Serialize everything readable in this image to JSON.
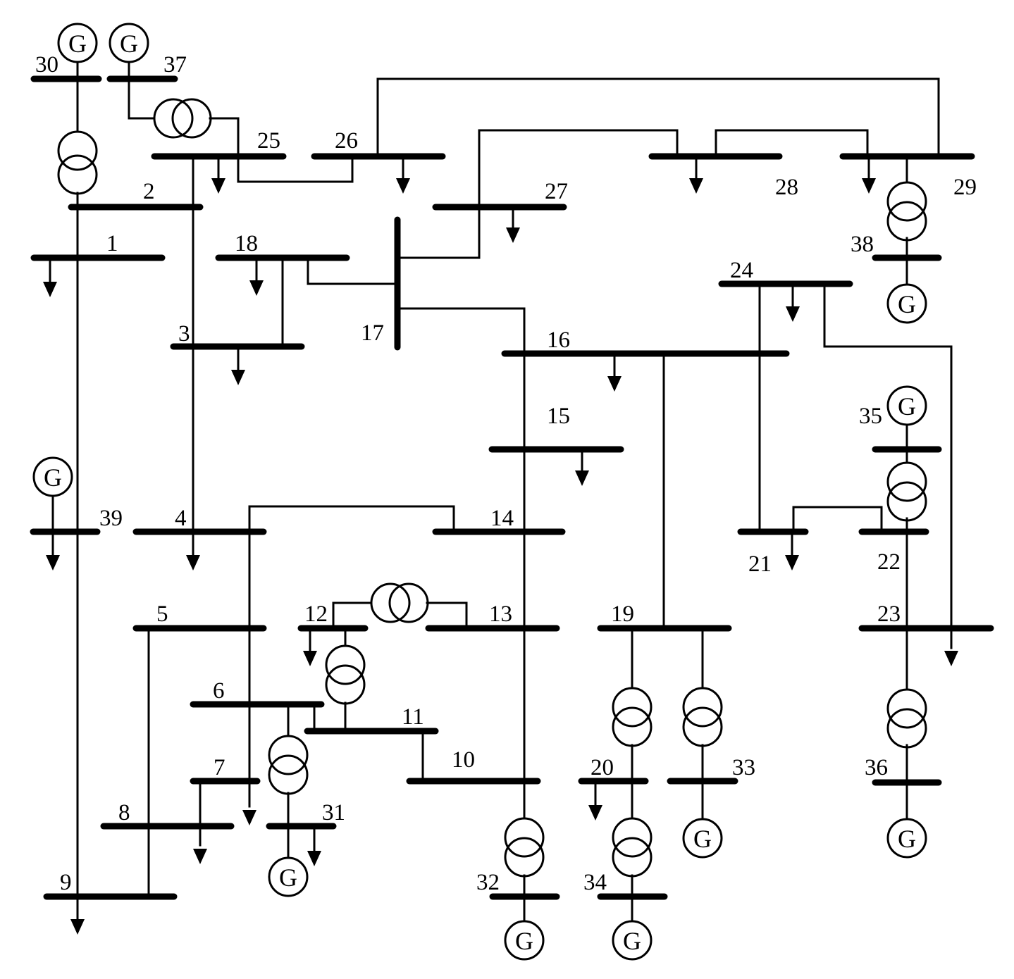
{
  "bus_labels": {
    "b1": "1",
    "b2": "2",
    "b3": "3",
    "b4": "4",
    "b5": "5",
    "b6": "6",
    "b7": "7",
    "b8": "8",
    "b9": "9",
    "b10": "10",
    "b11": "11",
    "b12": "12",
    "b13": "13",
    "b14": "14",
    "b15": "15",
    "b16": "16",
    "b17": "17",
    "b18": "18",
    "b19": "19",
    "b20": "20",
    "b21": "21",
    "b22": "22",
    "b23": "23",
    "b24": "24",
    "b25": "25",
    "b26": "26",
    "b27": "27",
    "b28": "28",
    "b29": "29",
    "b30": "30",
    "b31": "31",
    "b32": "32",
    "b33": "33",
    "b34": "34",
    "b35": "35",
    "b36": "36",
    "b37": "37",
    "b38": "38",
    "b39": "39"
  },
  "generator_symbol": "G",
  "colors": {
    "ink": "#000000",
    "paper": "#ffffff"
  }
}
